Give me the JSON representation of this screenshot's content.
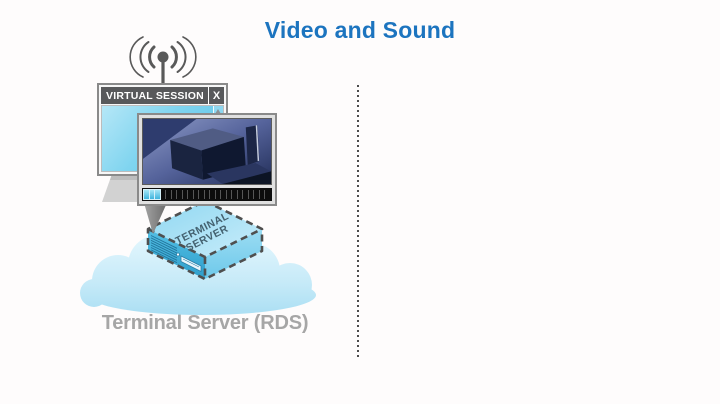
{
  "title": {
    "text": "Video and Sound",
    "color": "#1c74bf"
  },
  "left_panel": {
    "wireless_icon": "wireless-signal",
    "virtual_session_window": {
      "titlebar_text": "VIRTUAL SESSION",
      "close_button": "X",
      "scroll_arrow": "up"
    },
    "video_player": {
      "content": "3d-video-frame",
      "progress": {
        "played_segments": 3,
        "total_segments": 23
      }
    },
    "terminal_server": {
      "box_label": {
        "line1": "TERMINAL",
        "line2": "SERVER"
      },
      "caption": "Terminal Server (RDS)"
    }
  },
  "divider": {
    "style": "dotted-vertical"
  },
  "colors": {
    "title_blue": "#1c74bf",
    "caption_gray": "#a6a6a6",
    "titlebar_gray": "#58595b",
    "screen_cyan": "#7fd4ef",
    "server_blue": "#59c2e7",
    "cloud_blue": "#c6eaf8",
    "progress_cyan": "#5ecbe9",
    "dashed_outline_gray": "#4f4f4f"
  }
}
